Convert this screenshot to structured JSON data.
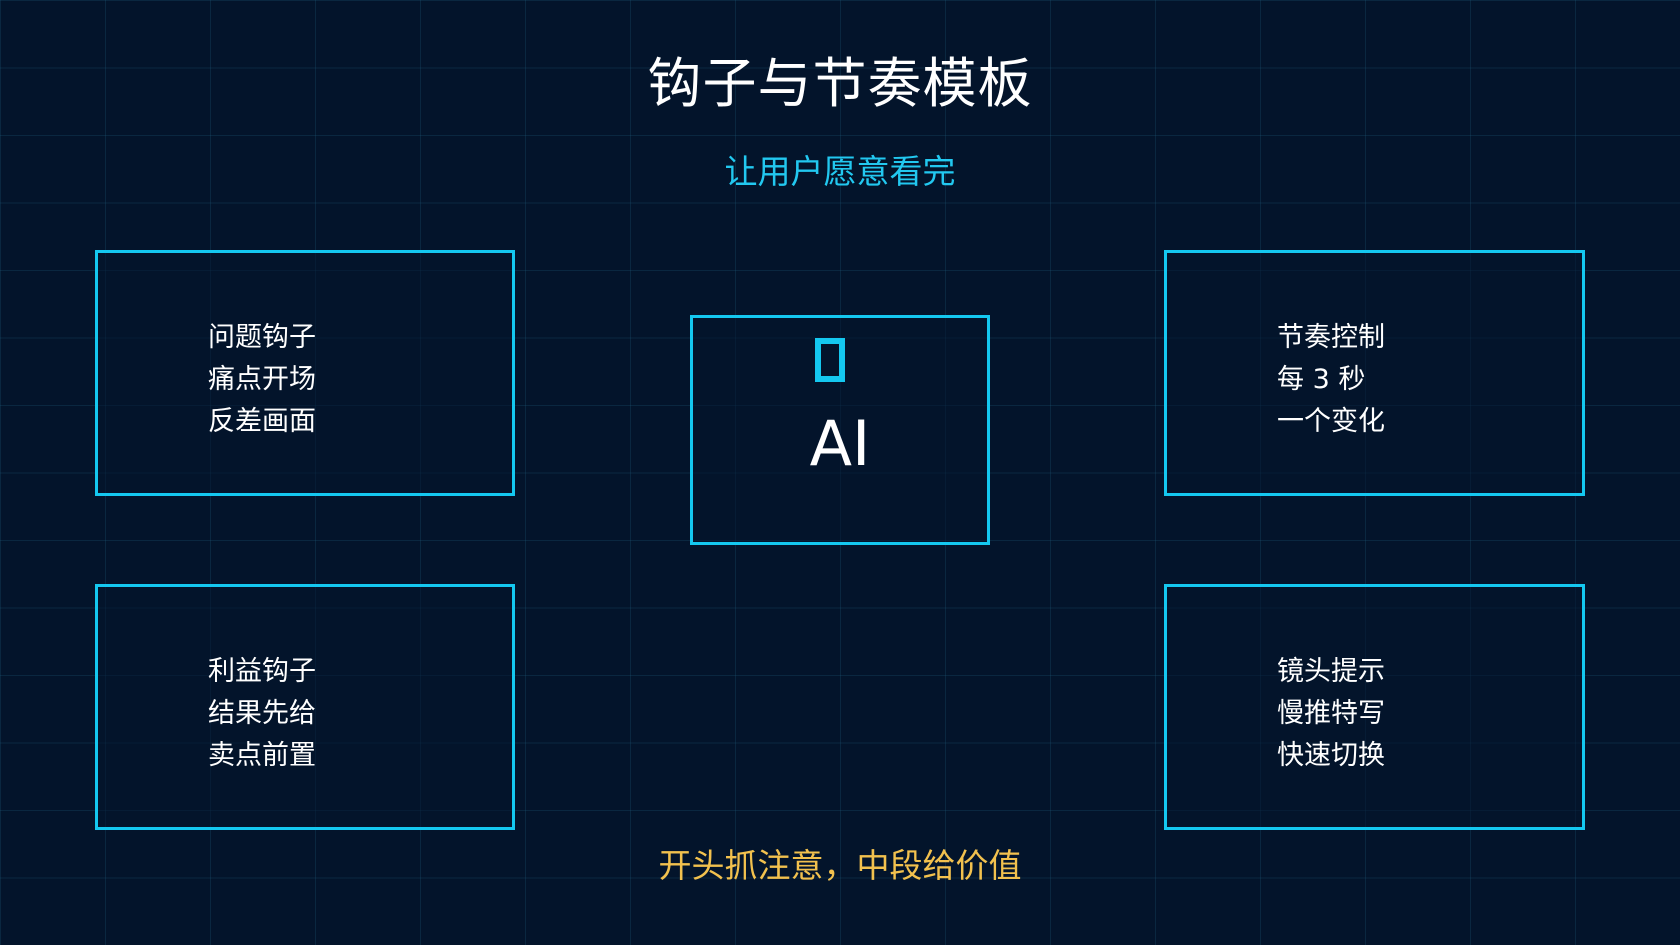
{
  "title": "钩子与节奏模板",
  "subtitle": "让用户愿意看完",
  "center": {
    "icon": "box-icon",
    "label": "AI"
  },
  "cards": [
    {
      "lines": [
        "问题钩子",
        "痛点开场",
        "反差画面"
      ]
    },
    {
      "lines": [
        "节奏控制",
        "每 3 秒",
        "一个变化"
      ]
    },
    {
      "lines": [
        "利益钩子",
        "结果先给",
        "卖点前置"
      ]
    },
    {
      "lines": [
        "镜头提示",
        "慢推特写",
        "快速切换"
      ]
    }
  ],
  "footer": "开头抓注意，中段给价值",
  "colors": {
    "background": "#03142b",
    "accent": "#14c8f0",
    "subtitle": "#22c8f0",
    "footer": "#f2c14e",
    "text": "#ffffff"
  }
}
